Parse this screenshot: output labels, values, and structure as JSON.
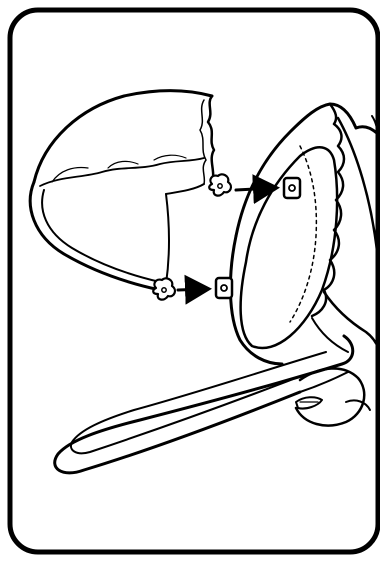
{
  "figure": {
    "kind": "assembly-instruction-illustration",
    "text_labels": [],
    "parts": [
      {
        "name": "canopy"
      },
      {
        "name": "canopy-peg-upper"
      },
      {
        "name": "canopy-peg-lower"
      },
      {
        "name": "seat-socket-upper"
      },
      {
        "name": "seat-socket-lower"
      },
      {
        "name": "seat-pad"
      },
      {
        "name": "carry-handle"
      },
      {
        "name": "buckle"
      }
    ],
    "arrows": [
      {
        "from": "canopy-peg-upper",
        "to": "seat-socket-upper"
      },
      {
        "from": "canopy-peg-lower",
        "to": "seat-socket-lower"
      }
    ],
    "colors": {
      "ink": "#000000",
      "paper": "#ffffff"
    }
  }
}
